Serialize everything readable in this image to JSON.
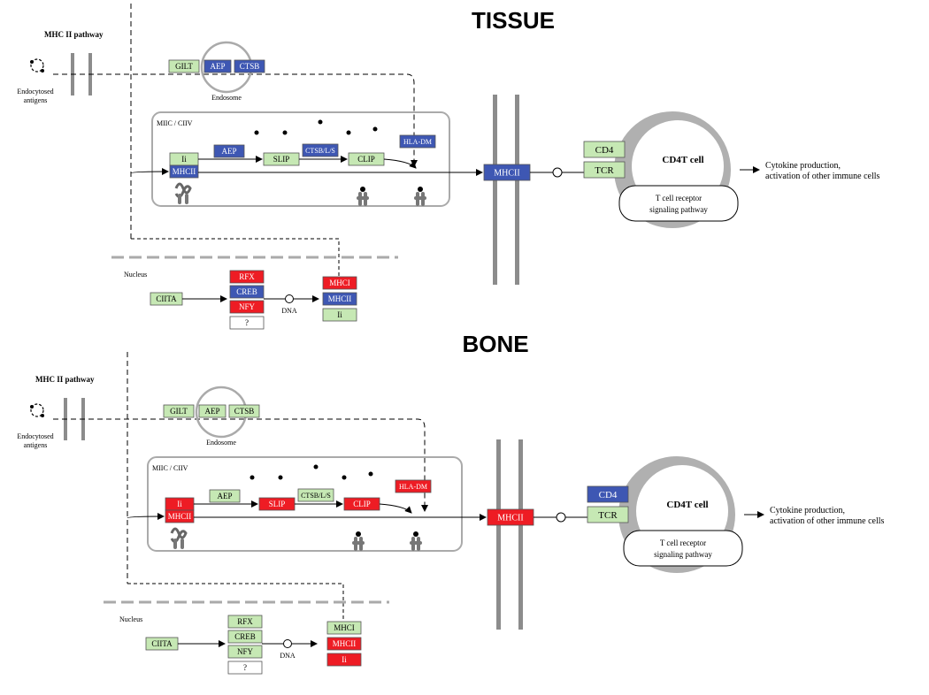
{
  "colors": {
    "green": "#c6e8b4",
    "blue": "#3e57b3",
    "red": "#ee1c24",
    "white": "#ffffff",
    "line": "#000000",
    "membrane": "#8c8c8c",
    "box_border": "#9a9a9a"
  },
  "panels": [
    {
      "key": "tissue",
      "heading": "TISSUE",
      "pathway_title": "MHC II pathway",
      "antigens_label": [
        "Endocytosed",
        "antigens"
      ],
      "endosome_label": "Endosome",
      "compartment_label": "MIIC / CIIV",
      "nucleus_label": "Nucleus",
      "dna_label": "DNA",
      "cell_label": "CD4T cell",
      "signaling_label": [
        "T cell receptor",
        "signaling pathway"
      ],
      "output_label": [
        "Cytokine production,",
        "activation of other immune cells"
      ],
      "nodes": {
        "gilt": {
          "text": "GILT",
          "state": "green"
        },
        "aep_endosome": {
          "text": "AEP",
          "state": "blue"
        },
        "ctsb": {
          "text": "CTSB",
          "state": "blue"
        },
        "ii": {
          "text": "Ii",
          "state": "green"
        },
        "mhcii_complex": {
          "text": "MHCII",
          "state": "blue"
        },
        "aep": {
          "text": "AEP",
          "state": "blue"
        },
        "slip": {
          "text": "SLIP",
          "state": "green"
        },
        "ctsbls": {
          "text": "CTSB/L/S",
          "state": "blue"
        },
        "clip": {
          "text": "CLIP",
          "state": "green"
        },
        "hladm": {
          "text": "HLA-DM",
          "state": "blue"
        },
        "mhcii_surface": {
          "text": "MHCII",
          "state": "blue"
        },
        "cd4": {
          "text": "CD4",
          "state": "green"
        },
        "tcr": {
          "text": "TCR",
          "state": "green"
        },
        "ciita": {
          "text": "CIITA",
          "state": "green"
        },
        "rfx": {
          "text": "RFX",
          "state": "red"
        },
        "creb": {
          "text": "CREB",
          "state": "blue"
        },
        "nfy": {
          "text": "NFY",
          "state": "red"
        },
        "unknown": {
          "text": "?",
          "state": "white"
        },
        "mhci": {
          "text": "MHCI",
          "state": "red"
        },
        "mhcii_gene": {
          "text": "MHCII",
          "state": "blue"
        },
        "ii_gene": {
          "text": "Ii",
          "state": "green"
        }
      }
    },
    {
      "key": "bone",
      "heading": "BONE",
      "pathway_title": "MHC II pathway",
      "antigens_label": [
        "Endocytosed",
        "antigens"
      ],
      "endosome_label": "Endosome",
      "compartment_label": "MIIC / CIIV",
      "nucleus_label": "Nucleus",
      "dna_label": "DNA",
      "cell_label": "CD4T cell",
      "signaling_label": [
        "T cell receptor",
        "signaling pathway"
      ],
      "output_label": [
        "Cytokine production,",
        "activation of other immune cells"
      ],
      "nodes": {
        "gilt": {
          "text": "GILT",
          "state": "green"
        },
        "aep_endosome": {
          "text": "AEP",
          "state": "green"
        },
        "ctsb": {
          "text": "CTSB",
          "state": "green"
        },
        "ii": {
          "text": "Ii",
          "state": "red"
        },
        "mhcii_complex": {
          "text": "MHCII",
          "state": "red"
        },
        "aep": {
          "text": "AEP",
          "state": "green"
        },
        "slip": {
          "text": "SLIP",
          "state": "red"
        },
        "ctsbls": {
          "text": "CTSB/L/S",
          "state": "green"
        },
        "clip": {
          "text": "CLIP",
          "state": "red"
        },
        "hladm": {
          "text": "HLA-DM",
          "state": "red"
        },
        "mhcii_surface": {
          "text": "MHCII",
          "state": "red"
        },
        "cd4": {
          "text": "CD4",
          "state": "blue"
        },
        "tcr": {
          "text": "TCR",
          "state": "green"
        },
        "ciita": {
          "text": "CIITA",
          "state": "green"
        },
        "rfx": {
          "text": "RFX",
          "state": "green"
        },
        "creb": {
          "text": "CREB",
          "state": "green"
        },
        "nfy": {
          "text": "NFY",
          "state": "green"
        },
        "unknown": {
          "text": "?",
          "state": "white"
        },
        "mhci": {
          "text": "MHCI",
          "state": "green"
        },
        "mhcii_gene": {
          "text": "MHCII",
          "state": "red"
        },
        "ii_gene": {
          "text": "Ii",
          "state": "red"
        }
      }
    }
  ]
}
